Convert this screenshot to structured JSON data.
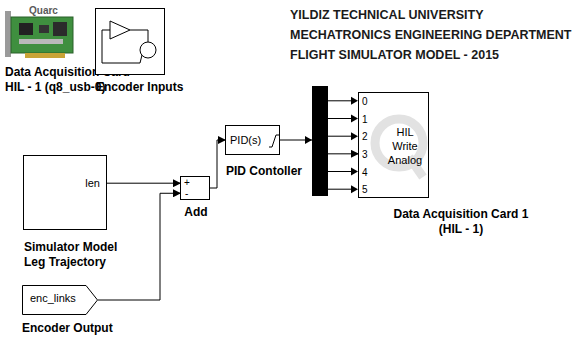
{
  "diagram": {
    "nodes": [
      {
        "text": [
          "Quarc",
          "Data Acquisition Card HIL - 1 (q8_usb-0)"
        ]
      },
      {
        "text": [
          "Encoder Inputs"
        ]
      },
      {
        "text": [
          "len",
          "Simulator Model Leg Trajectory"
        ]
      },
      {
        "text": [
          "+",
          "-",
          "Add"
        ]
      },
      {
        "text": [
          "PID(s)",
          "PID Contoller"
        ]
      },
      {
        "text": [
          "0",
          "1",
          "2",
          "3",
          "4",
          "5",
          "HIL Write Analog",
          "Data Acquisition Card 1 (HIL - 1)"
        ]
      },
      {
        "text": [
          "enc_links",
          "Encoder Output"
        ]
      }
    ],
    "edges": [
      {
        "from": 2,
        "to": 3,
        "arrow": "to"
      },
      {
        "from": 6,
        "to": 3,
        "arrow": "to"
      },
      {
        "from": 3,
        "to": 4,
        "arrow": "to"
      },
      {
        "from": 4,
        "to": 5,
        "arrow": "to"
      }
    ],
    "labels": [
      "YILDIZ TECHNICAL UNIVERSITY",
      "MECHATRONICS ENGINEERING DEPARTMENT",
      "FLIGHT SIMULATOR MODEL - 2015"
    ]
  }
}
